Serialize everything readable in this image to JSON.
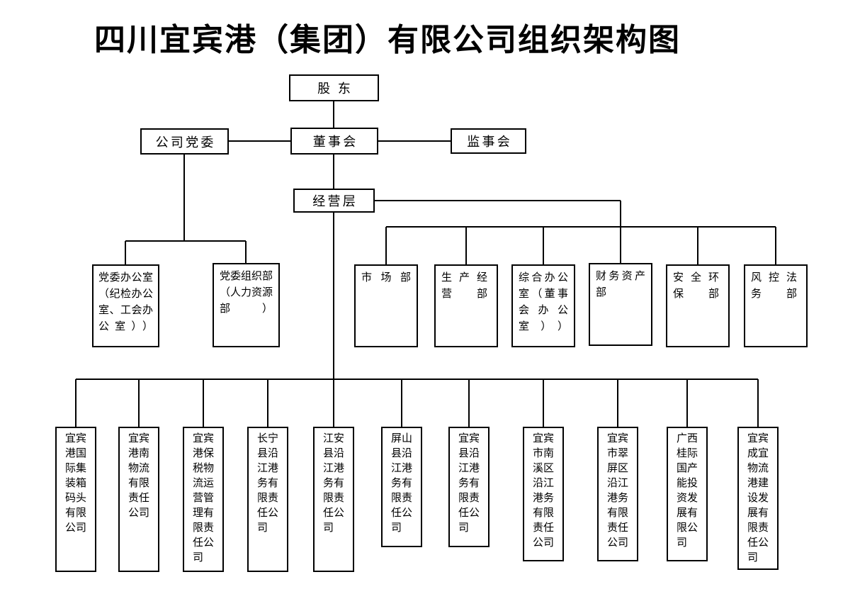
{
  "title": "四川宜宾港（集团）有限公司组织架构图",
  "nodes": {
    "shareholders": "股东",
    "party_committee": "公司党委",
    "board": "董事会",
    "supervisors": "监事会",
    "management": "经营层"
  },
  "party_offices": [
    {
      "name": "党委办公室（纪检办公室、工会办公室））"
    },
    {
      "name": "党委组织部（人力资源部）"
    }
  ],
  "departments": [
    {
      "name": "市场部"
    },
    {
      "name": "生产经营部"
    },
    {
      "name": "综合办公室（董事会办公室））"
    },
    {
      "name": "财务资产部"
    },
    {
      "name": "安全环保部"
    },
    {
      "name": "风控法务部"
    }
  ],
  "subsidiaries": [
    {
      "name": "宜宾港国际集装箱码头有限公司"
    },
    {
      "name": "宜宾港南物流有限责任公司"
    },
    {
      "name": "宜宾港保税物流运营管理有限责任公司"
    },
    {
      "name": "长宁县沿江港务有限责任公司"
    },
    {
      "name": "江安县沿江港务有限责任公司"
    },
    {
      "name": "屏山县沿江港务有限责任公司"
    },
    {
      "name": "宜宾县沿江港务有限责任公司"
    },
    {
      "name": "宜宾市南溪区沿江港务有限责任公司"
    },
    {
      "name": "宜宾市翠屏区沿江港务有限责任公司"
    },
    {
      "name": "广西桂际国产能投资发展有限公司"
    },
    {
      "name": "宜宾成宜物流港建设发展有限责任公司"
    }
  ],
  "colors": {
    "line": "#000000",
    "border": "#000000",
    "text": "#000000",
    "background": "#ffffff"
  }
}
